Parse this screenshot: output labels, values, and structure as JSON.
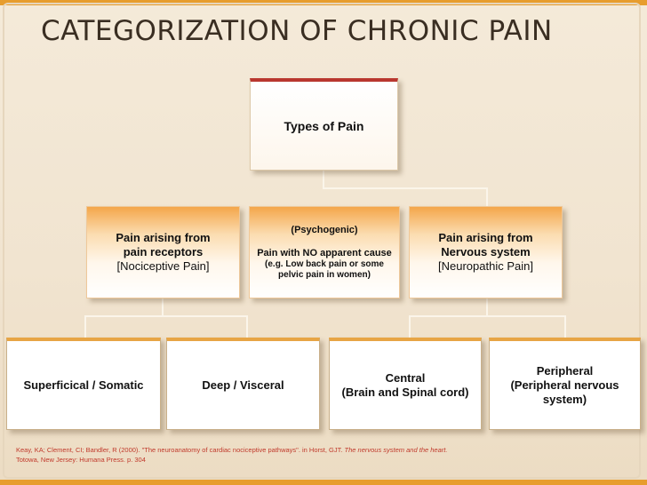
{
  "title": "CATEGORIZATION OF CHRONIC PAIN",
  "colors": {
    "accent": "#e79d2e",
    "top_box_border": "#b9372f",
    "citation": "#c0392b"
  },
  "root": {
    "label": "Types of Pain"
  },
  "categories": [
    {
      "line1": "Pain arising from",
      "line2": "pain receptors",
      "line3": "[Nociceptive Pain]"
    },
    {
      "heading": "(Psychogenic)",
      "line1": "Pain with NO apparent cause",
      "line2": "(e.g. Low back pain or some",
      "line3": "pelvic  pain in women)"
    },
    {
      "line1": "Pain arising from",
      "line2": "Nervous system",
      "line3": "[Neuropathic Pain]"
    }
  ],
  "subtypes": [
    {
      "line1": "Superficical / Somatic"
    },
    {
      "line1": "Deep / Visceral"
    },
    {
      "line1": "Central",
      "line2": "(Brain and Spinal cord)"
    },
    {
      "line1": "Peripheral",
      "line2": "(Peripheral nervous",
      "line3": "system)"
    }
  ],
  "citation": {
    "text": "Keay, KA; Clement, CI; Bandler, R (2000). \"The neuroanatomy of cardiac nociceptive pathways\". in Horst, GJT. ",
    "italic": "The nervous system and the heart.",
    "line2": "Totowa, New Jersey: Humana Press. p. 304"
  }
}
